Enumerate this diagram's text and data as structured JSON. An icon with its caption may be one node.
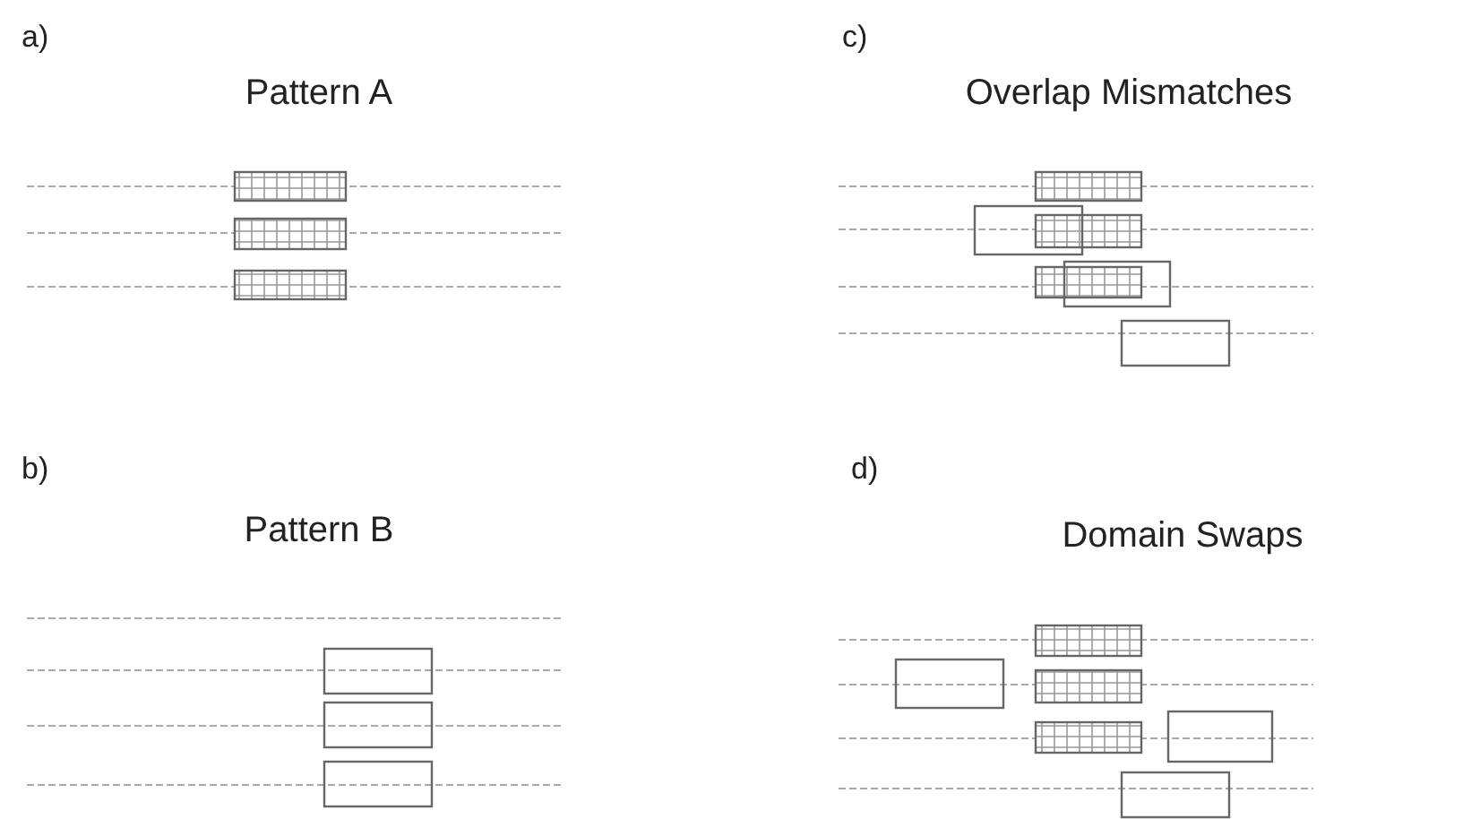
{
  "diagram": {
    "labels": [
      "a)",
      "c)",
      "Pattern A",
      "Overlap Mismatches",
      "b)",
      "d)",
      "Pattern B",
      "Domain Swaps"
    ]
  }
}
